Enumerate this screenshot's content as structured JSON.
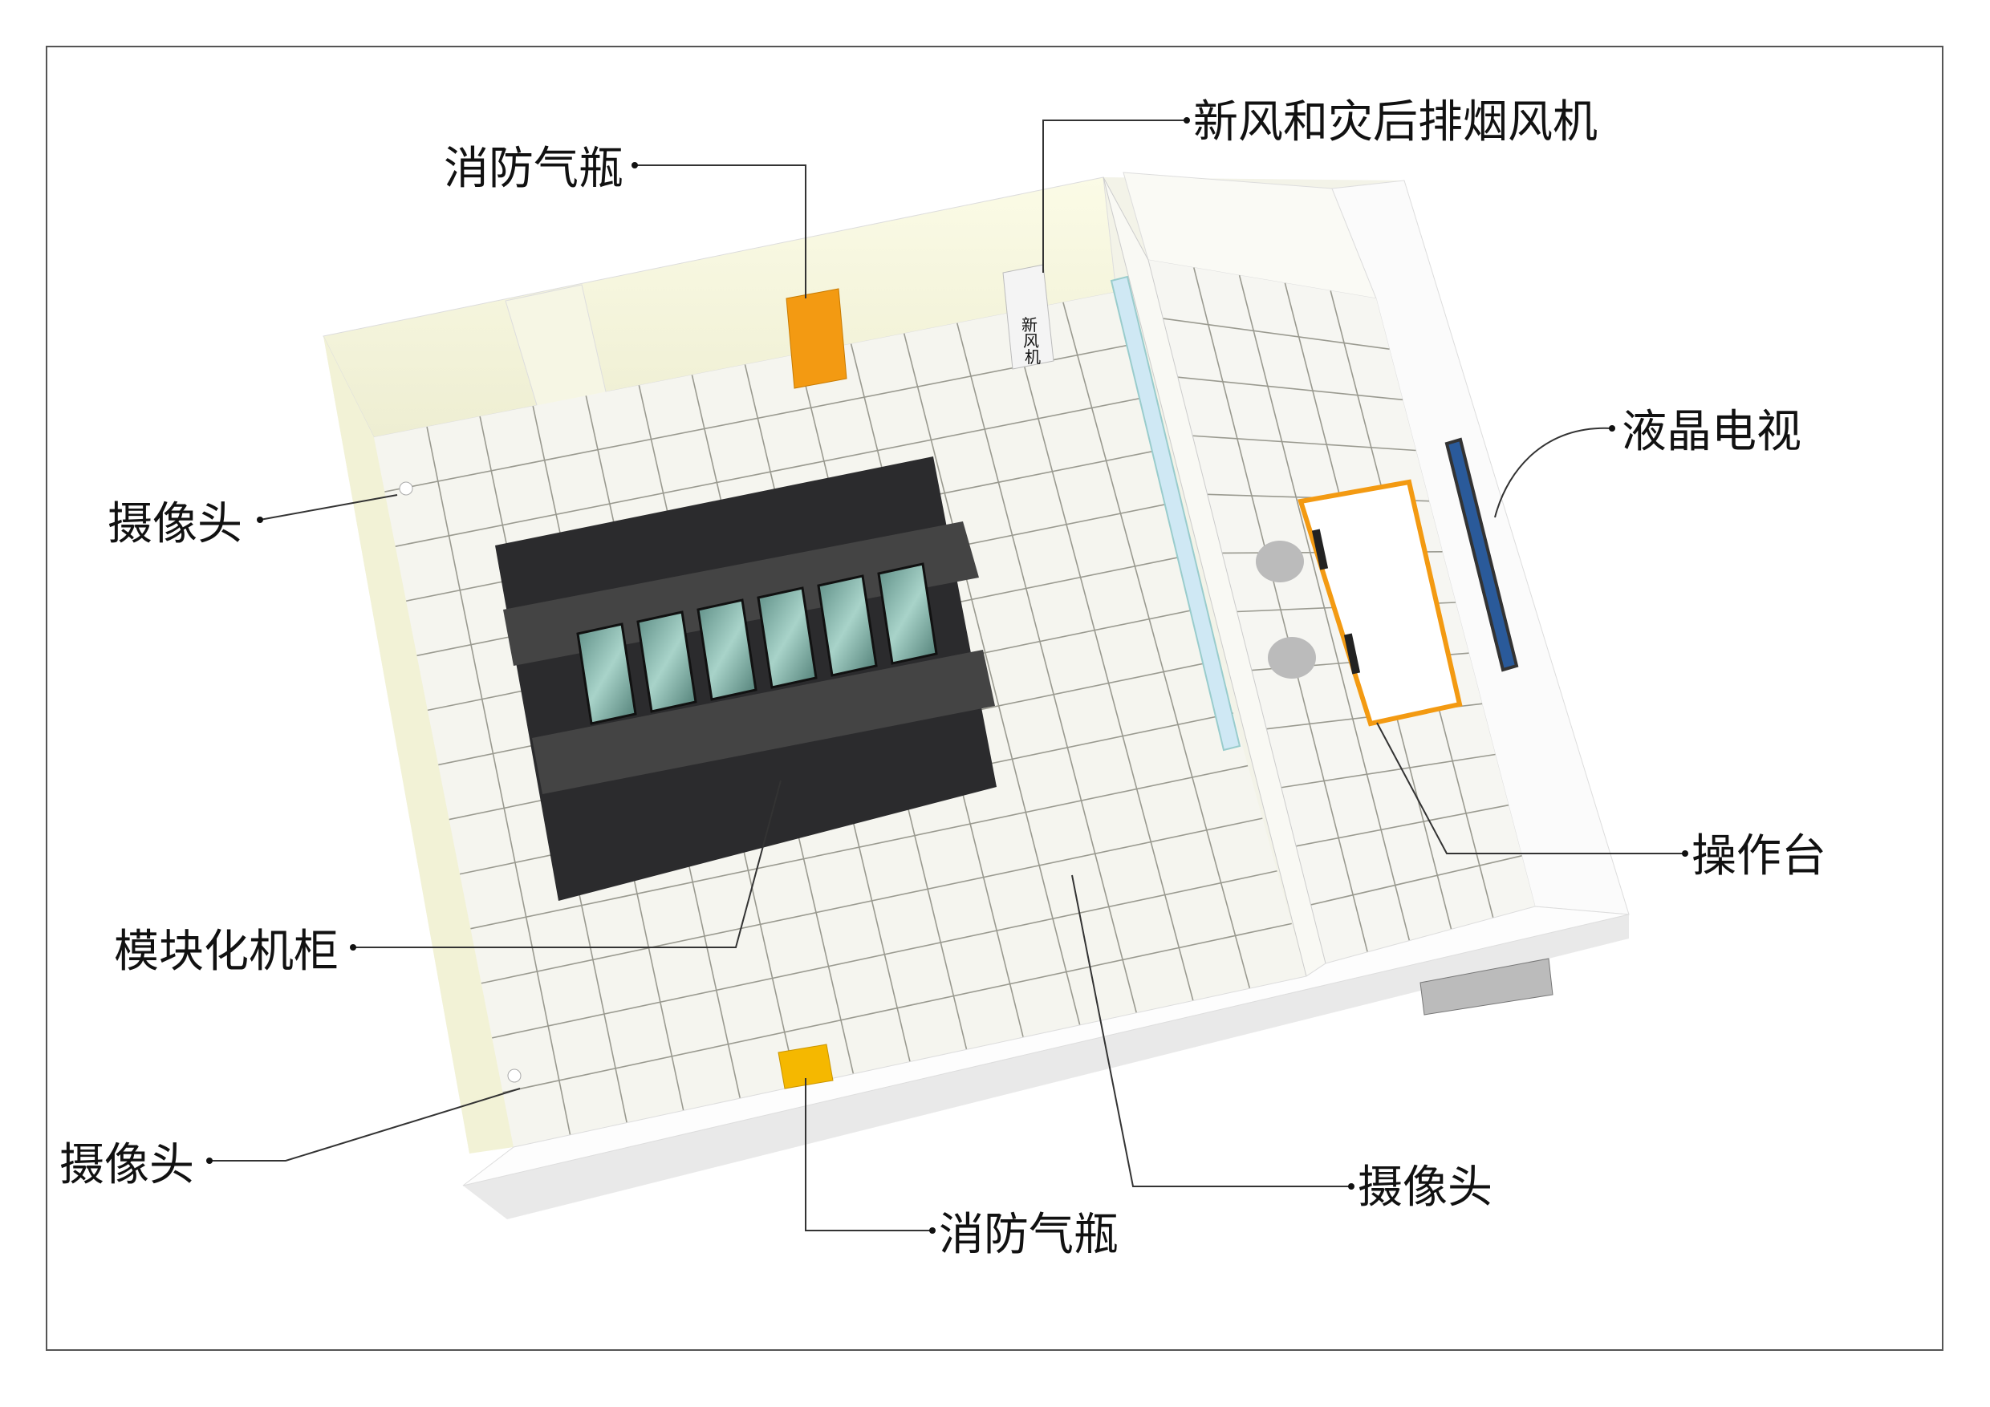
{
  "labels": {
    "fire_cylinder_top": "消防气瓶",
    "fresh_air_fan": "新风和灾后排烟风机",
    "lcd_tv": "液晶电视",
    "camera_left_upper": "摄像头",
    "modular_cabinet": "模块化机柜",
    "camera_left_lower": "摄像头",
    "fire_cylinder_bottom": "消防气瓶",
    "camera_center": "摄像头",
    "console": "操作台"
  },
  "fan_box_text": [
    "新",
    "风",
    "机"
  ],
  "colors": {
    "cylinder": "#f39a12",
    "cylinder_bottom": "#f5b800",
    "cabinet": "#2b2b2d",
    "glass": "#7fb3a8",
    "wall": "#f7f7e4",
    "floor": "#f4f4ee"
  }
}
